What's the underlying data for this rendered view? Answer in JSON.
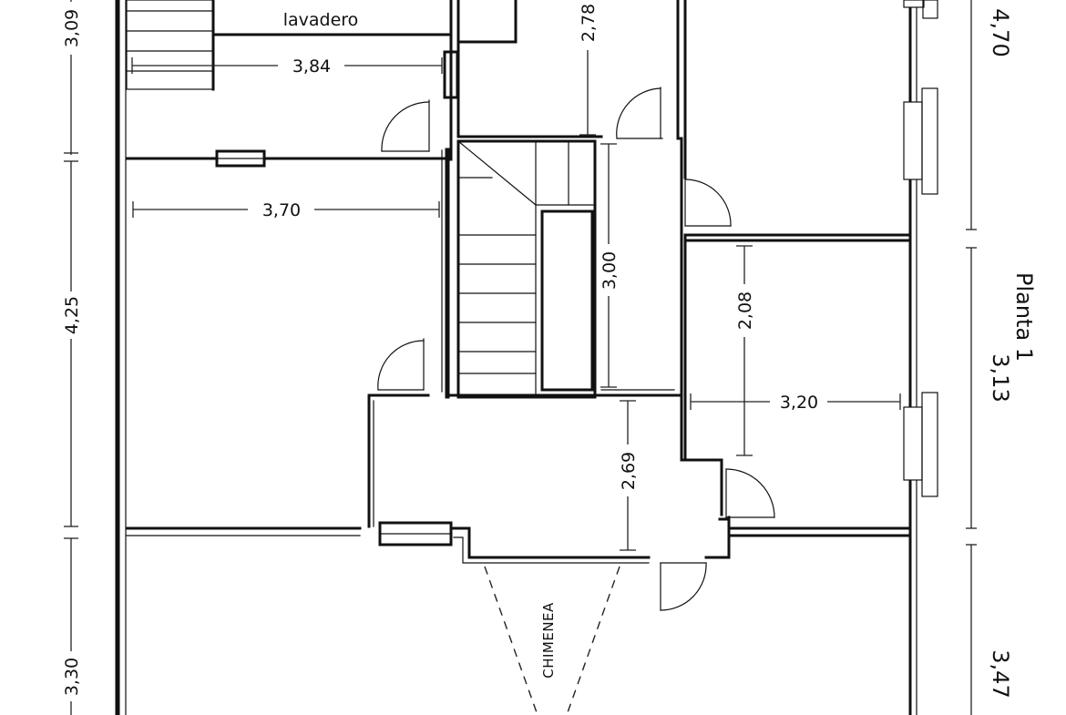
{
  "rooms": {
    "lavadero": "lavadero"
  },
  "labels": {
    "floor": "Planta 1",
    "chimney": "CHIMENEA"
  },
  "dimensions": {
    "left_top": "3,09",
    "left_mid": "4,25",
    "left_bottom": "3,30",
    "right_top": "4,70",
    "right_mid": "3,13",
    "right_bottom": "3,47",
    "lavadero_width": "3,84",
    "room_width": "3,70",
    "hall_top_height": "2,78",
    "stair_height": "3,00",
    "bedroom_height": "2,08",
    "bedroom_width": "3,20",
    "landing_height": "2,69"
  }
}
